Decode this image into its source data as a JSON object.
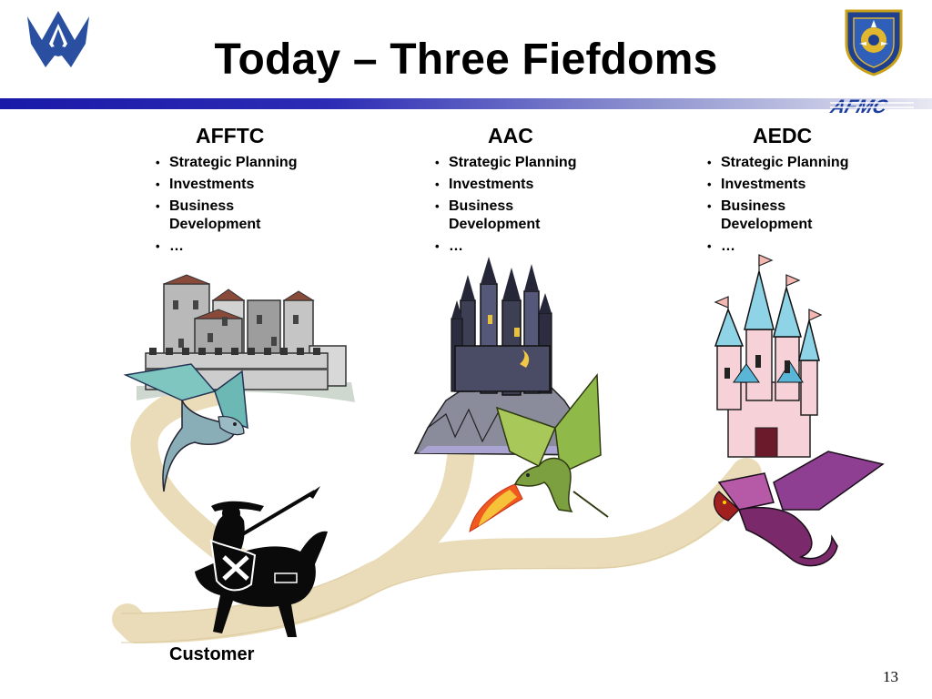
{
  "slide": {
    "title": "Today – Three Fiefdoms",
    "page_number": "13",
    "customer_label": "Customer"
  },
  "columns": [
    {
      "heading": "AFFTC",
      "items": [
        "Strategic Planning",
        "Investments",
        "Business Development",
        "…"
      ]
    },
    {
      "heading": "AAC",
      "items": [
        "Strategic Planning",
        "Investments",
        "Business Development",
        "…"
      ]
    },
    {
      "heading": "AEDC",
      "items": [
        "Strategic Planning",
        "Investments",
        "Business Development",
        "…"
      ]
    }
  ],
  "branding": {
    "right_logo_text": "AFMC",
    "bar_color_start": "#1a1aa8",
    "bar_color_end": "#e8e8f2"
  },
  "icons": [
    "air-force-symbol-icon",
    "afmc-shield-icon",
    "afmc-wordmark-icon",
    "stone-castle-icon",
    "dark-castle-icon",
    "fairytale-castle-icon",
    "teal-dragon-icon",
    "green-dragon-icon",
    "purple-dragon-icon",
    "knight-on-horse-icon",
    "dirt-path-icon"
  ]
}
